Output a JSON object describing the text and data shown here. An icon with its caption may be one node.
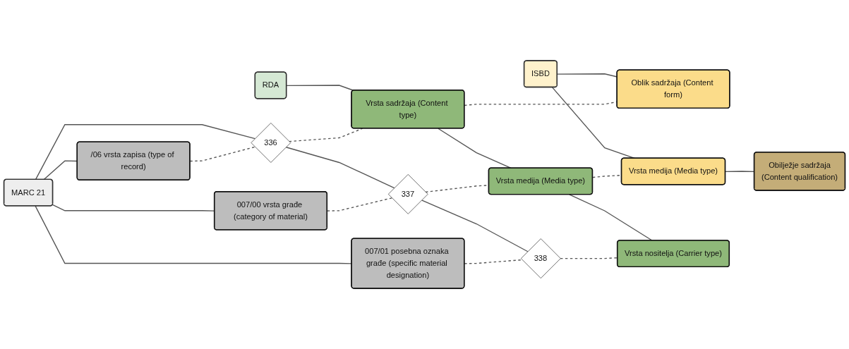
{
  "diagram": {
    "nodes": [
      {
        "text": [
          "MARC 21"
        ]
      },
      {
        "text": [
          "RDA"
        ]
      },
      {
        "text": [
          "ISBD"
        ]
      },
      {
        "text": [
          "/06 vrsta zapisa (type of record)"
        ]
      },
      {
        "text": [
          "336"
        ]
      },
      {
        "text": [
          "Vrsta sadržaja (Content type)"
        ]
      },
      {
        "text": [
          "Oblik sadržaja (Content form)"
        ]
      },
      {
        "text": [
          "007/00 vrsta građe (category of material)"
        ]
      },
      {
        "text": [
          "337"
        ]
      },
      {
        "text": [
          "Vrsta medija (Media type)"
        ]
      },
      {
        "text": [
          "Vrsta medija (Media type)"
        ]
      },
      {
        "text": [
          "007/01 posebna oznaka građe (specific material designation)"
        ]
      },
      {
        "text": [
          "338"
        ]
      },
      {
        "text": [
          "Vrsta nositelja (Carrier type)"
        ]
      },
      {
        "text": [
          "Obilježje sadržaja",
          "(Content qualification)"
        ]
      }
    ],
    "edges": [
      {
        "from": 0,
        "to": 3,
        "arrow": "none"
      },
      {
        "from": 0,
        "to": 7,
        "arrow": "none"
      },
      {
        "from": 0,
        "to": 11,
        "arrow": "none"
      },
      {
        "from": 0,
        "to": 4,
        "arrow": "none"
      },
      {
        "from": 4,
        "to": 8,
        "arrow": "none"
      },
      {
        "from": 8,
        "to": 12,
        "arrow": "none"
      },
      {
        "from": 1,
        "to": 5,
        "arrow": "none"
      },
      {
        "from": 5,
        "to": 9,
        "arrow": "none"
      },
      {
        "from": 9,
        "to": 13,
        "arrow": "none"
      },
      {
        "from": 2,
        "to": 6,
        "arrow": "none"
      },
      {
        "from": 2,
        "to": 10,
        "arrow": "none"
      },
      {
        "from": 10,
        "to": 14,
        "arrow": "none"
      },
      {
        "from": 3,
        "to": 4,
        "arrow": "none",
        "style": "dashed"
      },
      {
        "from": 4,
        "to": 5,
        "arrow": "none",
        "style": "dashed"
      },
      {
        "from": 5,
        "to": 6,
        "arrow": "none",
        "style": "dashed"
      },
      {
        "from": 7,
        "to": 8,
        "arrow": "none",
        "style": "dashed"
      },
      {
        "from": 8,
        "to": 9,
        "arrow": "none",
        "style": "dashed"
      },
      {
        "from": 9,
        "to": 10,
        "arrow": "none",
        "style": "dashed"
      },
      {
        "from": 11,
        "to": 12,
        "arrow": "none",
        "style": "dashed"
      },
      {
        "from": 12,
        "to": 13,
        "arrow": "none",
        "style": "dashed"
      }
    ]
  }
}
